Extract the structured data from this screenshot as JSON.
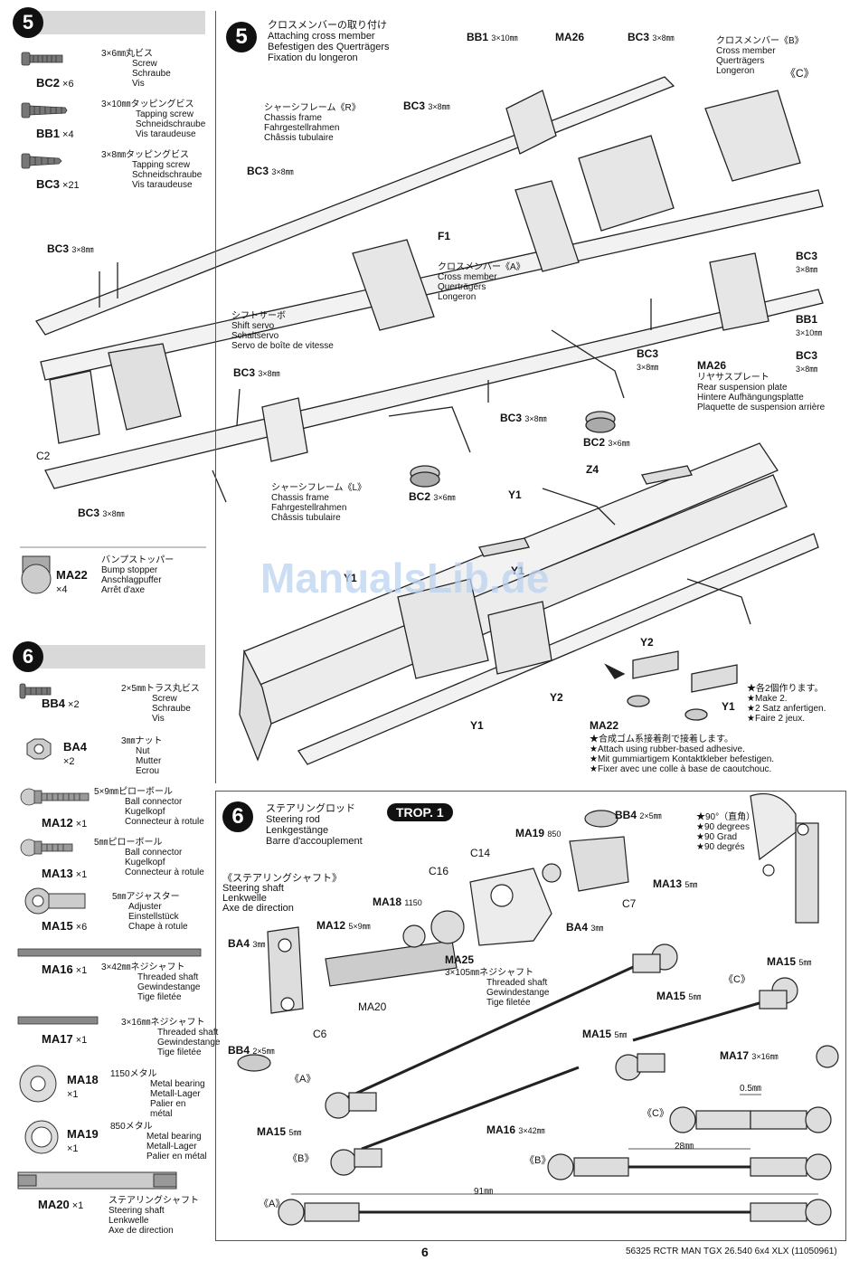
{
  "left": {
    "step5": {
      "num": "5"
    },
    "step6": {
      "num": "6"
    },
    "parts5": [
      {
        "code": "BC2",
        "qty": "×6",
        "jp": "3×6㎜丸ビス",
        "en": "Screw",
        "de": "Schraube",
        "fr": "Vis"
      },
      {
        "code": "BB1",
        "qty": "×4",
        "jp": "3×10㎜タッピングビス",
        "en": "Tapping screw",
        "de": "Schneidschraube",
        "fr": "Vis taraudeuse"
      },
      {
        "code": "BC3",
        "qty": "×21",
        "jp": "3×8㎜タッピングビス",
        "en": "Tapping screw",
        "de": "Schneidschraube",
        "fr": "Vis taraudeuse"
      },
      {
        "code": "MA22",
        "qty": "×4",
        "jp": "バンプストッパー",
        "en": "Bump stopper",
        "de": "Anschlagpuffer",
        "fr": "Arrêt d'axe"
      }
    ],
    "parts6": [
      {
        "code": "BB4",
        "qty": "×2",
        "jp": "2×5㎜トラス丸ビス",
        "en": "Screw",
        "de": "Schraube",
        "fr": "Vis"
      },
      {
        "code": "BA4",
        "qty": "×2",
        "jp": "3㎜ナット",
        "en": "Nut",
        "de": "Mutter",
        "fr": "Ecrou"
      },
      {
        "code": "MA12",
        "qty": "×1",
        "jp": "5×9㎜ピローボール",
        "en": "Ball connector",
        "de": "Kugelkopf",
        "fr": "Connecteur à rotule"
      },
      {
        "code": "MA13",
        "qty": "×1",
        "jp": "5㎜ピローボール",
        "en": "Ball connector",
        "de": "Kugelkopf",
        "fr": "Connecteur à rotule"
      },
      {
        "code": "MA15",
        "qty": "×6",
        "jp": "5㎜アジャスター",
        "en": "Adjuster",
        "de": "Einstellstück",
        "fr": "Chape à rotule"
      },
      {
        "code": "MA16",
        "qty": "×1",
        "jp": "3×42㎜ネジシャフト",
        "en": "Threaded shaft",
        "de": "Gewindestange",
        "fr": "Tige filetée"
      },
      {
        "code": "MA17",
        "qty": "×1",
        "jp": "3×16㎜ネジシャフト",
        "en": "Threaded shaft",
        "de": "Gewindestange",
        "fr": "Tige filetée"
      },
      {
        "code": "MA18",
        "qty": "×1",
        "jp": "1150メタル",
        "en": "Metal bearing",
        "de": "Metall-Lager",
        "fr": "Palier en métal"
      },
      {
        "code": "MA19",
        "qty": "×1",
        "jp": "850メタル",
        "en": "Metal bearing",
        "de": "Metall-Lager",
        "fr": "Palier en métal"
      },
      {
        "code": "MA20",
        "qty": "×1",
        "jp": "ステアリングシャフト",
        "en": "Steering shaft",
        "de": "Lenkwelle",
        "fr": "Axe de direction"
      }
    ]
  },
  "panel5": {
    "num": "5",
    "title_jp": "クロスメンバーの取り付け",
    "title_en": "Attaching cross member",
    "title_de": "Befestigen des Querträgers",
    "title_fr": "Fixation du longeron",
    "labels": {
      "bb1_top": "BB1",
      "bb1_top_size": "3×10㎜",
      "ma26_top": "MA26",
      "bc3_top": "BC3",
      "bc3_top_size": "3×8㎜",
      "crossB_jp": "クロスメンバー《B》",
      "crossB_en": "Cross member",
      "crossB_de": "Querträgers",
      "crossB_fr": "Longeron",
      "c_top": "《C》",
      "chassisR_jp": "シャーシフレーム《R》",
      "chassisR_en": "Chassis frame",
      "chassisR_de": "Fahrgestellrahmen",
      "chassisR_fr": "Châssis tubulaire",
      "bc3_a": "BC3",
      "bc3_a_size": "3×8㎜",
      "bc3_b": "BC3",
      "bc3_b_size": "3×8㎜",
      "f1": "F1",
      "crossA_jp": "クロスメンバー《A》",
      "crossA_en": "Cross member",
      "crossA_de": "Querträgers",
      "crossA_fr": "Longeron",
      "bc3_c": "BC3",
      "bc3_c_size": "3×8㎜",
      "shift_jp": "シフトサーボ",
      "shift_en": "Shift servo",
      "shift_de": "Schaltservo",
      "shift_fr": "Servo de boîte de vitesse",
      "bc3_r1": "BC3",
      "bc3_r1_size": "3×8㎜",
      "bb1_r": "BB1",
      "bb1_r_size": "3×10㎜",
      "bc3_r2": "BC3",
      "bc3_r2_size": "3×8㎜",
      "bc3_r3": "BC3",
      "bc3_r3_size": "3×8㎜",
      "ma26_r": "MA26",
      "rear_jp": "リヤサスプレート",
      "rear_en": "Rear suspension plate",
      "rear_de": "Hintere Aufhängungsplatte",
      "rear_fr": "Plaquette de suspension arrière",
      "bc3_mid": "BC3",
      "bc3_mid_size": "3×8㎜",
      "bc3_mid2": "BC3",
      "bc3_mid2_size": "3×8㎜",
      "c2": "C2",
      "bc3_low": "BC3",
      "bc3_low_size": "3×8㎜",
      "chassisL_jp": "シャーシフレーム《L》",
      "chassisL_en": "Chassis frame",
      "chassisL_de": "Fahrgestellrahmen",
      "chassisL_fr": "Châssis tubulaire",
      "bc2_a": "BC2",
      "bc2_a_size": "3×6㎜",
      "bc2_b": "BC2",
      "bc2_b_size": "3×6㎜",
      "z4": "Z4",
      "y1_a": "Y1",
      "y1_b": "Y1",
      "y1_c": "Y1",
      "y1_d": "Y1",
      "y1_e": "Y1",
      "y2_a": "Y2",
      "y2_b": "Y2",
      "ma22": "MA22",
      "make2_jp": "★各2個作ります。",
      "make2_en": "★Make 2.",
      "make2_de": "★2 Satz anfertigen.",
      "make2_fr": "★Faire 2 jeux.",
      "adh_jp": "★合成ゴム系接着剤で接着します。",
      "adh_en": "★Attach using rubber-based adhesive.",
      "adh_de": "★Mit gummiartigem Kontaktkleber befestigen.",
      "adh_fr": "★Fixer avec une colle à base de caoutchouc."
    }
  },
  "panel6": {
    "num": "6",
    "trop": "TROP. 1",
    "title_jp": "ステアリングロッド",
    "title_en": "Steering rod",
    "title_de": "Lenkgestänge",
    "title_fr": "Barre d'accouplement",
    "shaft_jp": "《ステアリングシャフト》",
    "shaft_en": "Steering shaft",
    "shaft_de": "Lenkwelle",
    "shaft_fr": "Axe de direction",
    "labels": {
      "bb4_top": "BB4",
      "bb4_top_size": "2×5㎜",
      "ma19": "MA19",
      "ma19_size": "850",
      "c14": "C14",
      "c16": "C16",
      "ma18": "MA18",
      "ma18_size": "1150",
      "ma13": "MA13",
      "ma13_size": "5㎜",
      "c7": "C7",
      "ba4_a": "BA4",
      "ba4_a_size": "3㎜",
      "ba4_b": "BA4",
      "ba4_b_size": "3㎜",
      "ma12": "MA12",
      "ma12_size": "5×9㎜",
      "ma20": "MA20",
      "c6": "C6",
      "bb4_b": "BB4",
      "bb4_b_size": "2×5㎜",
      "ma25": "MA25",
      "ma25_jp": "3×105㎜ネジシャフト",
      "ma25_en": "Threaded shaft",
      "ma25_de": "Gewindestange",
      "ma25_fr": "Tige filetée",
      "ma15_a": "MA15",
      "ma15_a_size": "5㎜",
      "ma15_b": "MA15",
      "ma15_b_size": "5㎜",
      "ma15_c": "MA15",
      "ma15_c_size": "5㎜",
      "ma15_d": "MA15",
      "ma15_d_size": "5㎜",
      "ma17": "MA17",
      "ma17_size": "3×16㎜",
      "ma16": "MA16",
      "ma16_size": "3×42㎜",
      "c_a": "《C》",
      "c_b": "《C》",
      "a_a": "《A》",
      "a_b": "《A》",
      "b_a": "《B》",
      "b_b": "《B》",
      "dim_05": "0.5㎜",
      "dim_28": "28㎜",
      "dim_91": "91㎜",
      "deg_jp": "★90°（直角）",
      "deg_en": "★90 degrees",
      "deg_de": "★90 Grad",
      "deg_fr": "★90 degrés"
    }
  },
  "watermark": "ManualsLib.de",
  "footer": {
    "page": "6",
    "code": "56325 RCTR MAN TGX 26.540 6x4 XLX (11050961)"
  }
}
